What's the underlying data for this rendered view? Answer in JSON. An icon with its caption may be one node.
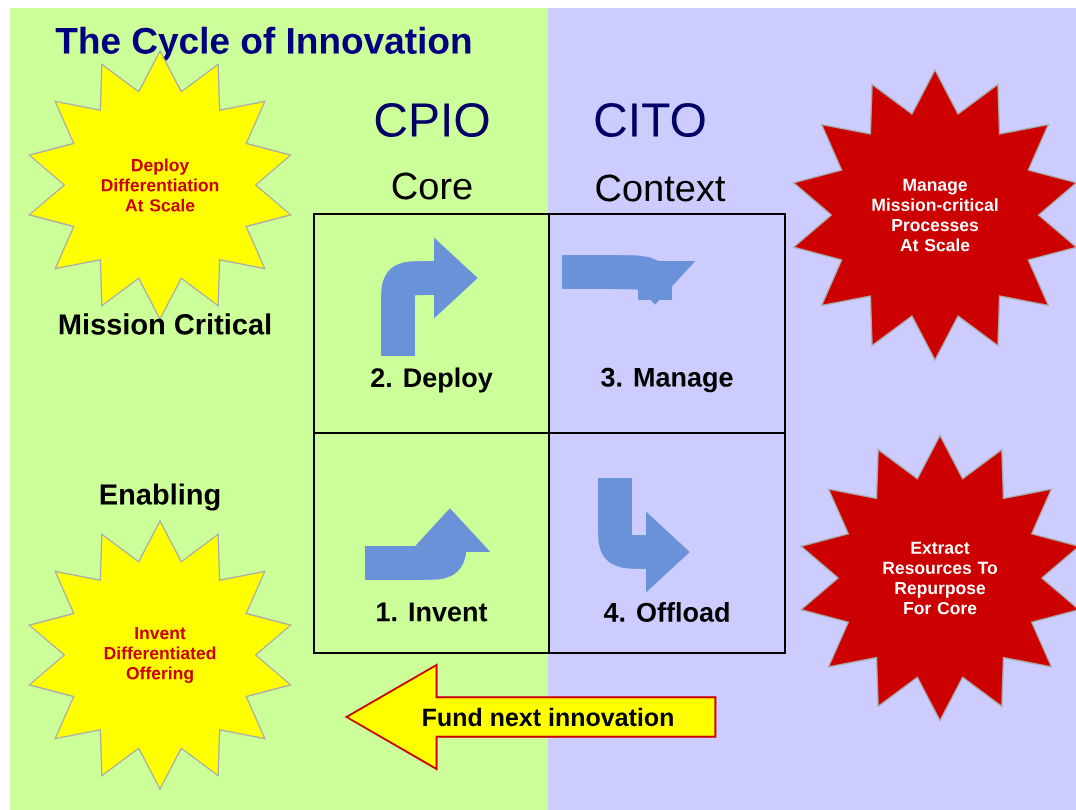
{
  "diagram": {
    "title": "The Cycle of Innovation",
    "nodes": [
      {
        "text": [
          "Deploy Differentiation At Scale"
        ]
      },
      {
        "text": [
          "Manage Mission-critical Processes At Scale"
        ]
      },
      {
        "text": [
          "2. Deploy"
        ]
      },
      {
        "text": [
          "3. Manage"
        ]
      },
      {
        "text": [
          "Extract Resources To Repurpose For Core"
        ]
      },
      {
        "text": [
          "1. Invent"
        ]
      },
      {
        "text": [
          "4. Offload"
        ]
      },
      {
        "text": [
          "Invent Differentiated Offering"
        ]
      },
      {
        "text": [
          "Fund next innovation"
        ]
      }
    ],
    "labels": [
      "CPIO",
      "CITO",
      "Core",
      "Context",
      "Mission Critical",
      "Enabling"
    ]
  }
}
